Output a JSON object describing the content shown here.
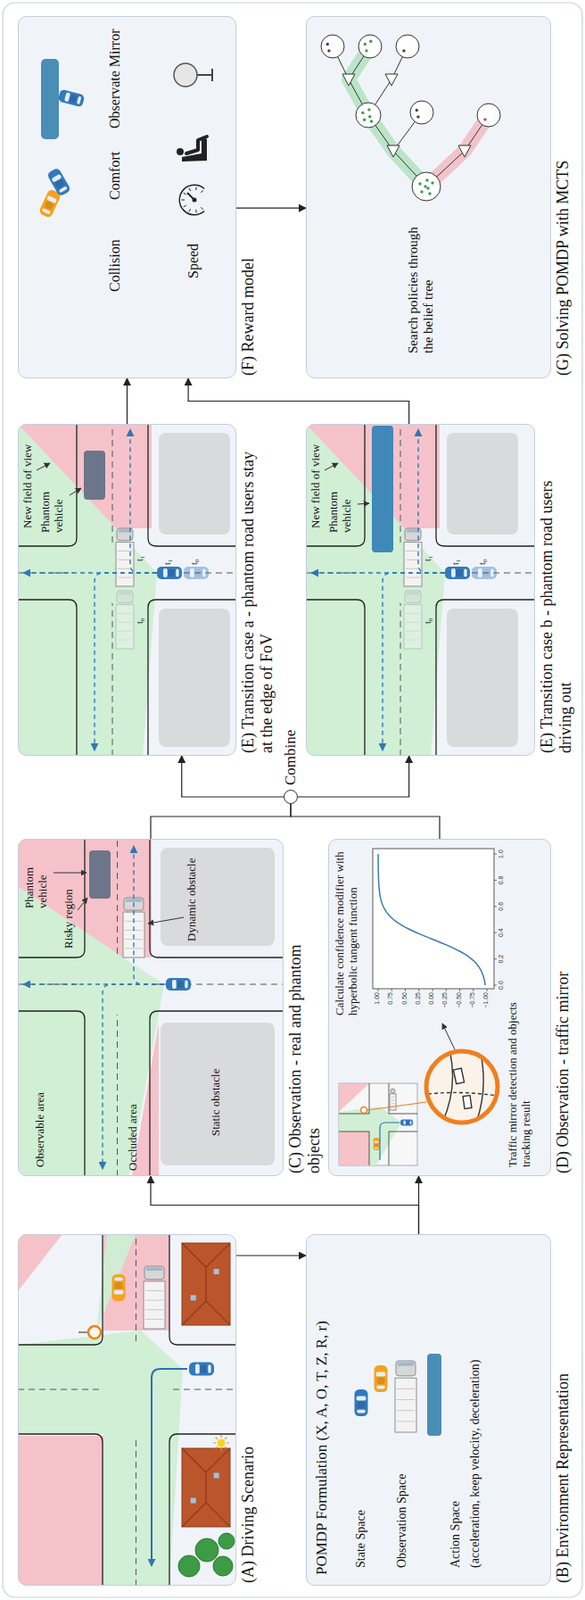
{
  "diagram": {
    "nodes": [
      {
        "text": [
          "(A) Driving Scenario"
        ]
      },
      {
        "text": [
          "(B) Environment Representation"
        ]
      },
      {
        "text": [
          "(C) Observation - real and phantom objects"
        ]
      },
      {
        "text": [
          "(D) Observation - traffic mirror"
        ]
      },
      {
        "text": [
          "Combine"
        ]
      },
      {
        "text": [
          "(E) Transition case a - phantom road users stay at the edge of FoV"
        ]
      },
      {
        "text": [
          "(E) Transition case b - phantom road users driving out"
        ]
      },
      {
        "text": [
          "(F) Reward model"
        ]
      },
      {
        "text": [
          "(G) Solving POMDP with MCTS"
        ]
      }
    ],
    "edges": [
      {
        "from": 0,
        "to": 1,
        "arrow": "to"
      },
      {
        "from": 1,
        "to": 2,
        "arrow": "to"
      },
      {
        "from": 1,
        "to": 3,
        "arrow": "to"
      },
      {
        "from": 2,
        "to": 4,
        "arrow": "none"
      },
      {
        "from": 3,
        "to": 4,
        "arrow": "none"
      },
      {
        "from": 4,
        "to": 5,
        "arrow": "to"
      },
      {
        "from": 4,
        "to": 6,
        "arrow": "to"
      },
      {
        "from": 5,
        "to": 7,
        "arrow": "to"
      },
      {
        "from": 6,
        "to": 7,
        "arrow": "to"
      },
      {
        "from": 7,
        "to": 8,
        "arrow": "to"
      }
    ],
    "labels": [
      "POMDP Formulation (X, A, O, T, Z, R, r)",
      "State Space",
      "Observation Space",
      "Action Space",
      "(acceleration, keep velocity, deceleration)",
      "Observable area",
      "Phantom vehicle",
      "Risky region",
      "Dynamic obstacle",
      "Occluded area",
      "Static obstacle",
      "Calculate confidence modifier with hyperbolic tangent function",
      "Traffic mirror detection and objects tracking result",
      "1.00",
      "0.75",
      "0.50",
      "0.25",
      "0.00",
      "−0.25",
      "−0.50",
      "−0.75",
      "−1.00",
      "0.0",
      "0.2",
      "0.4",
      "0.6",
      "0.8",
      "1.0",
      "New field of view",
      "Phantom vehicle",
      "t₁",
      "t₀",
      "t₁",
      "t₀",
      "New field of view",
      "Phantom vehicle",
      "t₁",
      "t₀",
      "t₁",
      "t₀",
      "Collision",
      "Speed",
      "Comfort",
      "Observate Mirror",
      "Search policies through the belief tree"
    ]
  }
}
